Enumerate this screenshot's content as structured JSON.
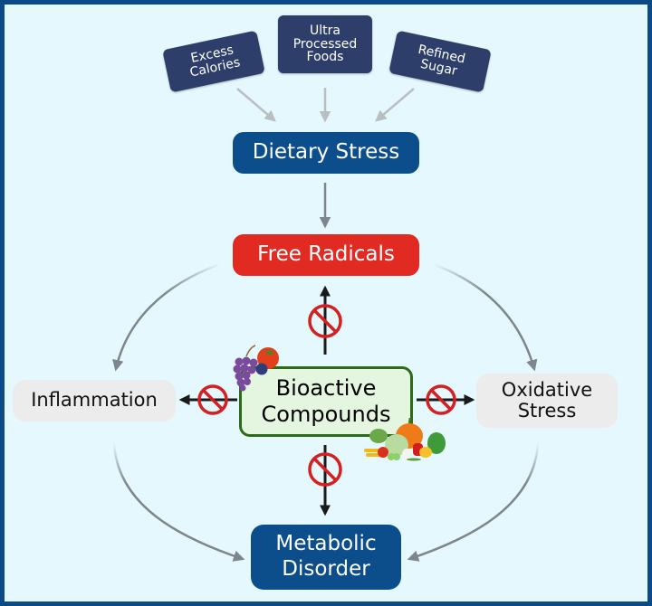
{
  "diagram": {
    "causes": [
      {
        "id": "excess-calories",
        "label": "Excess\nCalories"
      },
      {
        "id": "ultra-processed-foods",
        "label": "Ultra\nProcessed\nFoods"
      },
      {
        "id": "refined-sugar",
        "label": "Refined\nSugar"
      }
    ],
    "dietary_stress": "Dietary Stress",
    "free_radicals": "Free Radicals",
    "bioactive_compounds": "Bioactive\nCompounds",
    "inflammation": "Inflammation",
    "oxidative_stress": "Oxidative\nStress",
    "metabolic_disorder": "Metabolic\nDisorder",
    "inhibition_icon": "prohibition-sign-icon",
    "food_icons": [
      "grapes-tomato-blueberry-icon",
      "vegetables-pumpkin-icon"
    ],
    "colors": {
      "background": "#e4f8fe",
      "border": "#0b4a86",
      "cause_box": "#2d3e6a",
      "primary_box": "#0c4d8c",
      "free_radicals": "#e02a22",
      "effect_box": "#ececec",
      "bioactive_fill": "#e4f6df",
      "bioactive_border": "#2d6b18",
      "inhibit_arrow": "#1a1a1a",
      "prohibit_sign": "#d42020",
      "flow_arrow": "#7d868c"
    },
    "edges": [
      {
        "from": "excess-calories",
        "to": "dietary-stress",
        "type": "flow"
      },
      {
        "from": "ultra-processed-foods",
        "to": "dietary-stress",
        "type": "flow"
      },
      {
        "from": "refined-sugar",
        "to": "dietary-stress",
        "type": "flow"
      },
      {
        "from": "dietary-stress",
        "to": "free-radicals",
        "type": "flow"
      },
      {
        "from": "free-radicals",
        "to": "inflammation",
        "type": "flow"
      },
      {
        "from": "free-radicals",
        "to": "oxidative-stress",
        "type": "flow"
      },
      {
        "from": "inflammation",
        "to": "metabolic-disorder",
        "type": "flow"
      },
      {
        "from": "oxidative-stress",
        "to": "metabolic-disorder",
        "type": "flow"
      },
      {
        "from": "bioactive-compounds",
        "to": "free-radicals",
        "type": "inhibit"
      },
      {
        "from": "bioactive-compounds",
        "to": "inflammation",
        "type": "inhibit"
      },
      {
        "from": "bioactive-compounds",
        "to": "oxidative-stress",
        "type": "inhibit"
      },
      {
        "from": "bioactive-compounds",
        "to": "metabolic-disorder",
        "type": "inhibit"
      }
    ]
  }
}
